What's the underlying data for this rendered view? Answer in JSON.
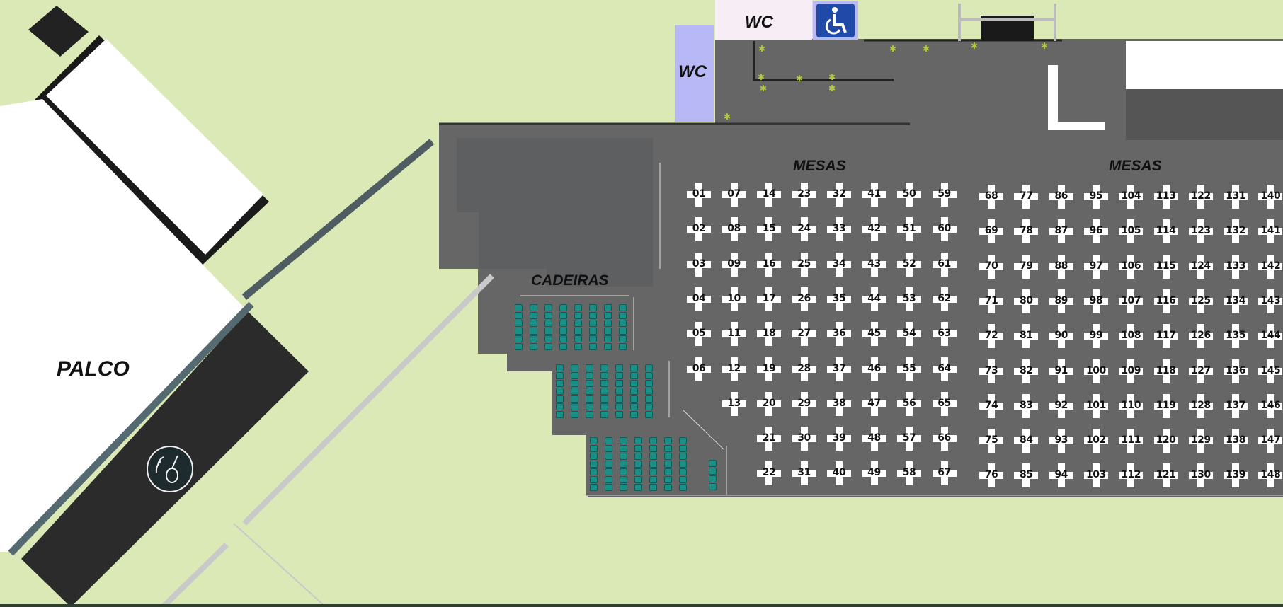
{
  "labels": {
    "stage": "PALCO",
    "chairs": "CADEIRAS",
    "tables_left": "MESAS",
    "tables_right": "MESAS",
    "wc_top": "WC",
    "wc_left": "WC"
  },
  "icons": [
    "accessibility-icon",
    "guitar-logo-icon"
  ],
  "colors": {
    "grass": "#dbe9b7",
    "floor": "#666666",
    "floor_dark": "#5c5d5e",
    "stage": "#ffffff",
    "stage_edge": "#1a1a1a",
    "wc_top": "#f6eef4",
    "wc_left": "#b8b8f6",
    "accessibility": "#1f4aa8",
    "chairs": "#1a8f88"
  },
  "tables": {
    "left_block": [
      [
        "01",
        "02",
        "03",
        "04",
        "05",
        "06"
      ],
      [
        "07",
        "08",
        "09",
        "10",
        "11",
        "12",
        "13"
      ],
      [
        "14",
        "15",
        "16",
        "17",
        "18",
        "19",
        "20",
        "21",
        "22"
      ],
      [
        "23",
        "24",
        "25",
        "26",
        "27",
        "28",
        "29",
        "30",
        "31"
      ],
      [
        "32",
        "33",
        "34",
        "35",
        "36",
        "37",
        "38",
        "39",
        "40"
      ],
      [
        "41",
        "42",
        "43",
        "44",
        "45",
        "46",
        "47",
        "48",
        "49"
      ],
      [
        "50",
        "51",
        "52",
        "53",
        "54",
        "55",
        "56",
        "57",
        "58"
      ],
      [
        "59",
        "60",
        "61",
        "62",
        "63",
        "64",
        "65",
        "66",
        "67"
      ]
    ],
    "right_block": [
      [
        "68",
        "69",
        "70",
        "71",
        "72",
        "73",
        "74",
        "75",
        "76"
      ],
      [
        "77",
        "78",
        "79",
        "80",
        "81",
        "82",
        "83",
        "84",
        "85"
      ],
      [
        "86",
        "87",
        "88",
        "89",
        "90",
        "91",
        "92",
        "93",
        "94"
      ],
      [
        "95",
        "96",
        "97",
        "98",
        "99",
        "100",
        "101",
        "102",
        "103"
      ],
      [
        "104",
        "105",
        "106",
        "107",
        "108",
        "109",
        "110",
        "111",
        "112"
      ],
      [
        "113",
        "114",
        "115",
        "116",
        "117",
        "118",
        "119",
        "120",
        "121"
      ],
      [
        "122",
        "123",
        "124",
        "125",
        "126",
        "127",
        "128",
        "129",
        "130"
      ],
      [
        "131",
        "132",
        "133",
        "134",
        "135",
        "136",
        "137",
        "138",
        "139"
      ],
      [
        "140",
        "141",
        "142",
        "143",
        "144",
        "145",
        "146",
        "147",
        "148"
      ]
    ]
  }
}
